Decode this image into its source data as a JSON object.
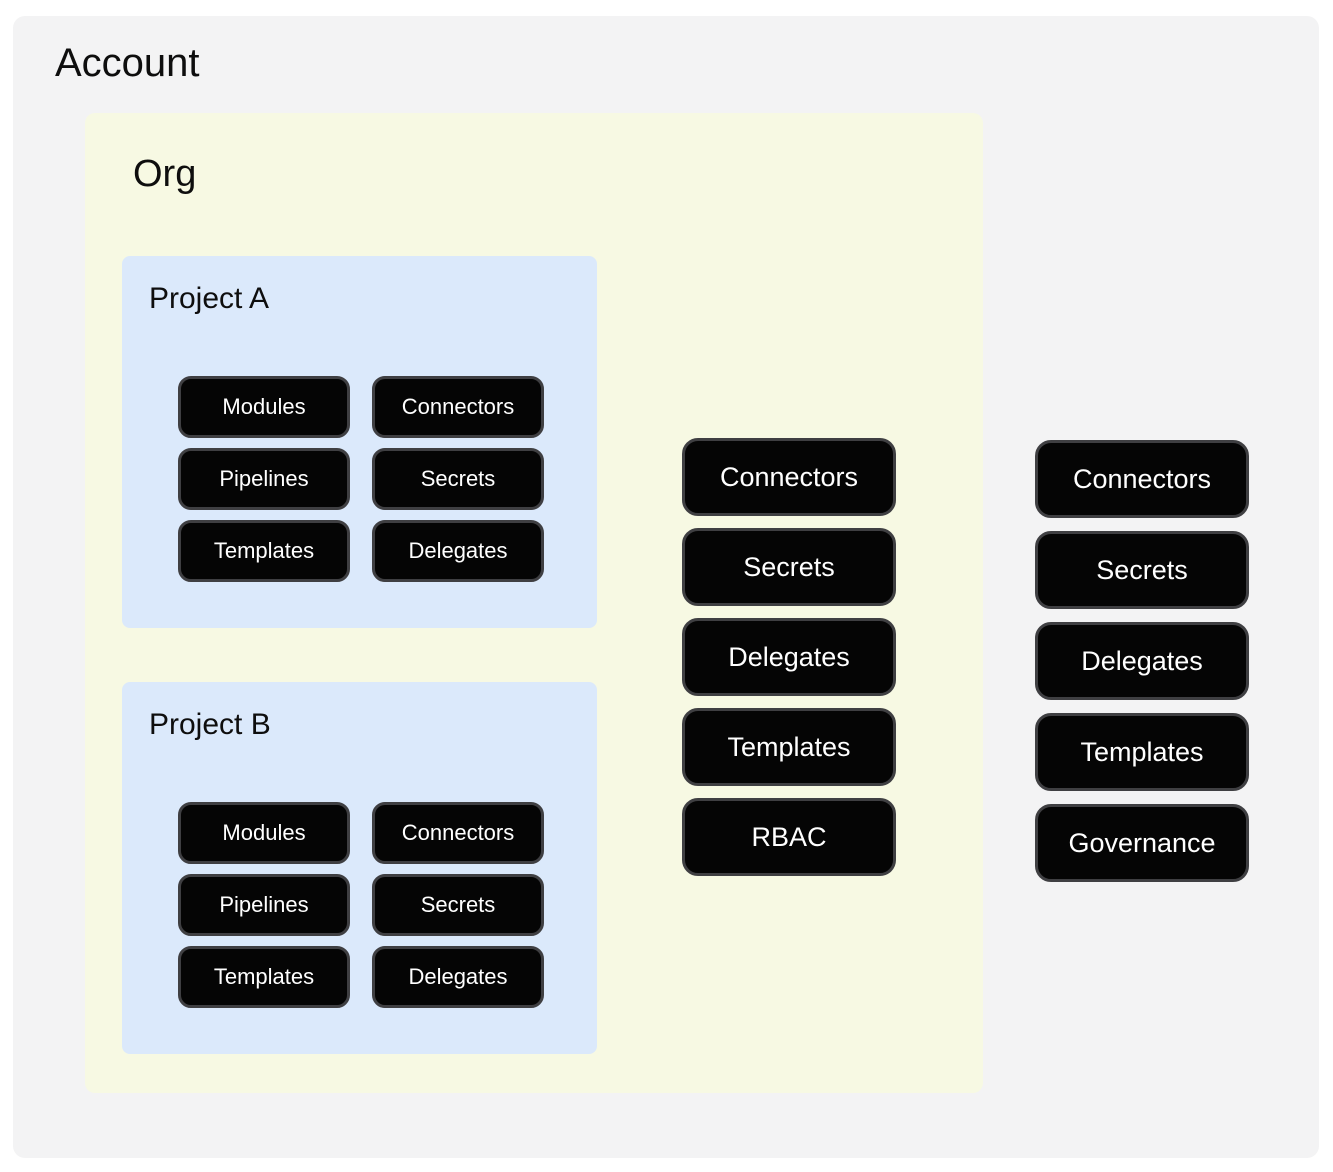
{
  "account": {
    "title": "Account",
    "pills": [
      "Connectors",
      "Secrets",
      "Delegates",
      "Templates",
      "Governance"
    ]
  },
  "org": {
    "title": "Org",
    "pills": [
      "Connectors",
      "Secrets",
      "Delegates",
      "Templates",
      "RBAC"
    ]
  },
  "projects": [
    {
      "title": "Project A",
      "pills": [
        "Modules",
        "Connectors",
        "Pipelines",
        "Secrets",
        "Templates",
        "Delegates"
      ]
    },
    {
      "title": "Project B",
      "pills": [
        "Modules",
        "Connectors",
        "Pipelines",
        "Secrets",
        "Templates",
        "Delegates"
      ]
    }
  ],
  "colors": {
    "page_bg": "#ffffff",
    "account_bg": "#f3f3f4",
    "org_bg": "#f7f9e3",
    "project_bg": "#dbe9fb",
    "pill_bg": "#050505",
    "pill_border": "#3f3f42",
    "pill_text": "#ffffff",
    "heading_text": "#0e0e0e"
  }
}
